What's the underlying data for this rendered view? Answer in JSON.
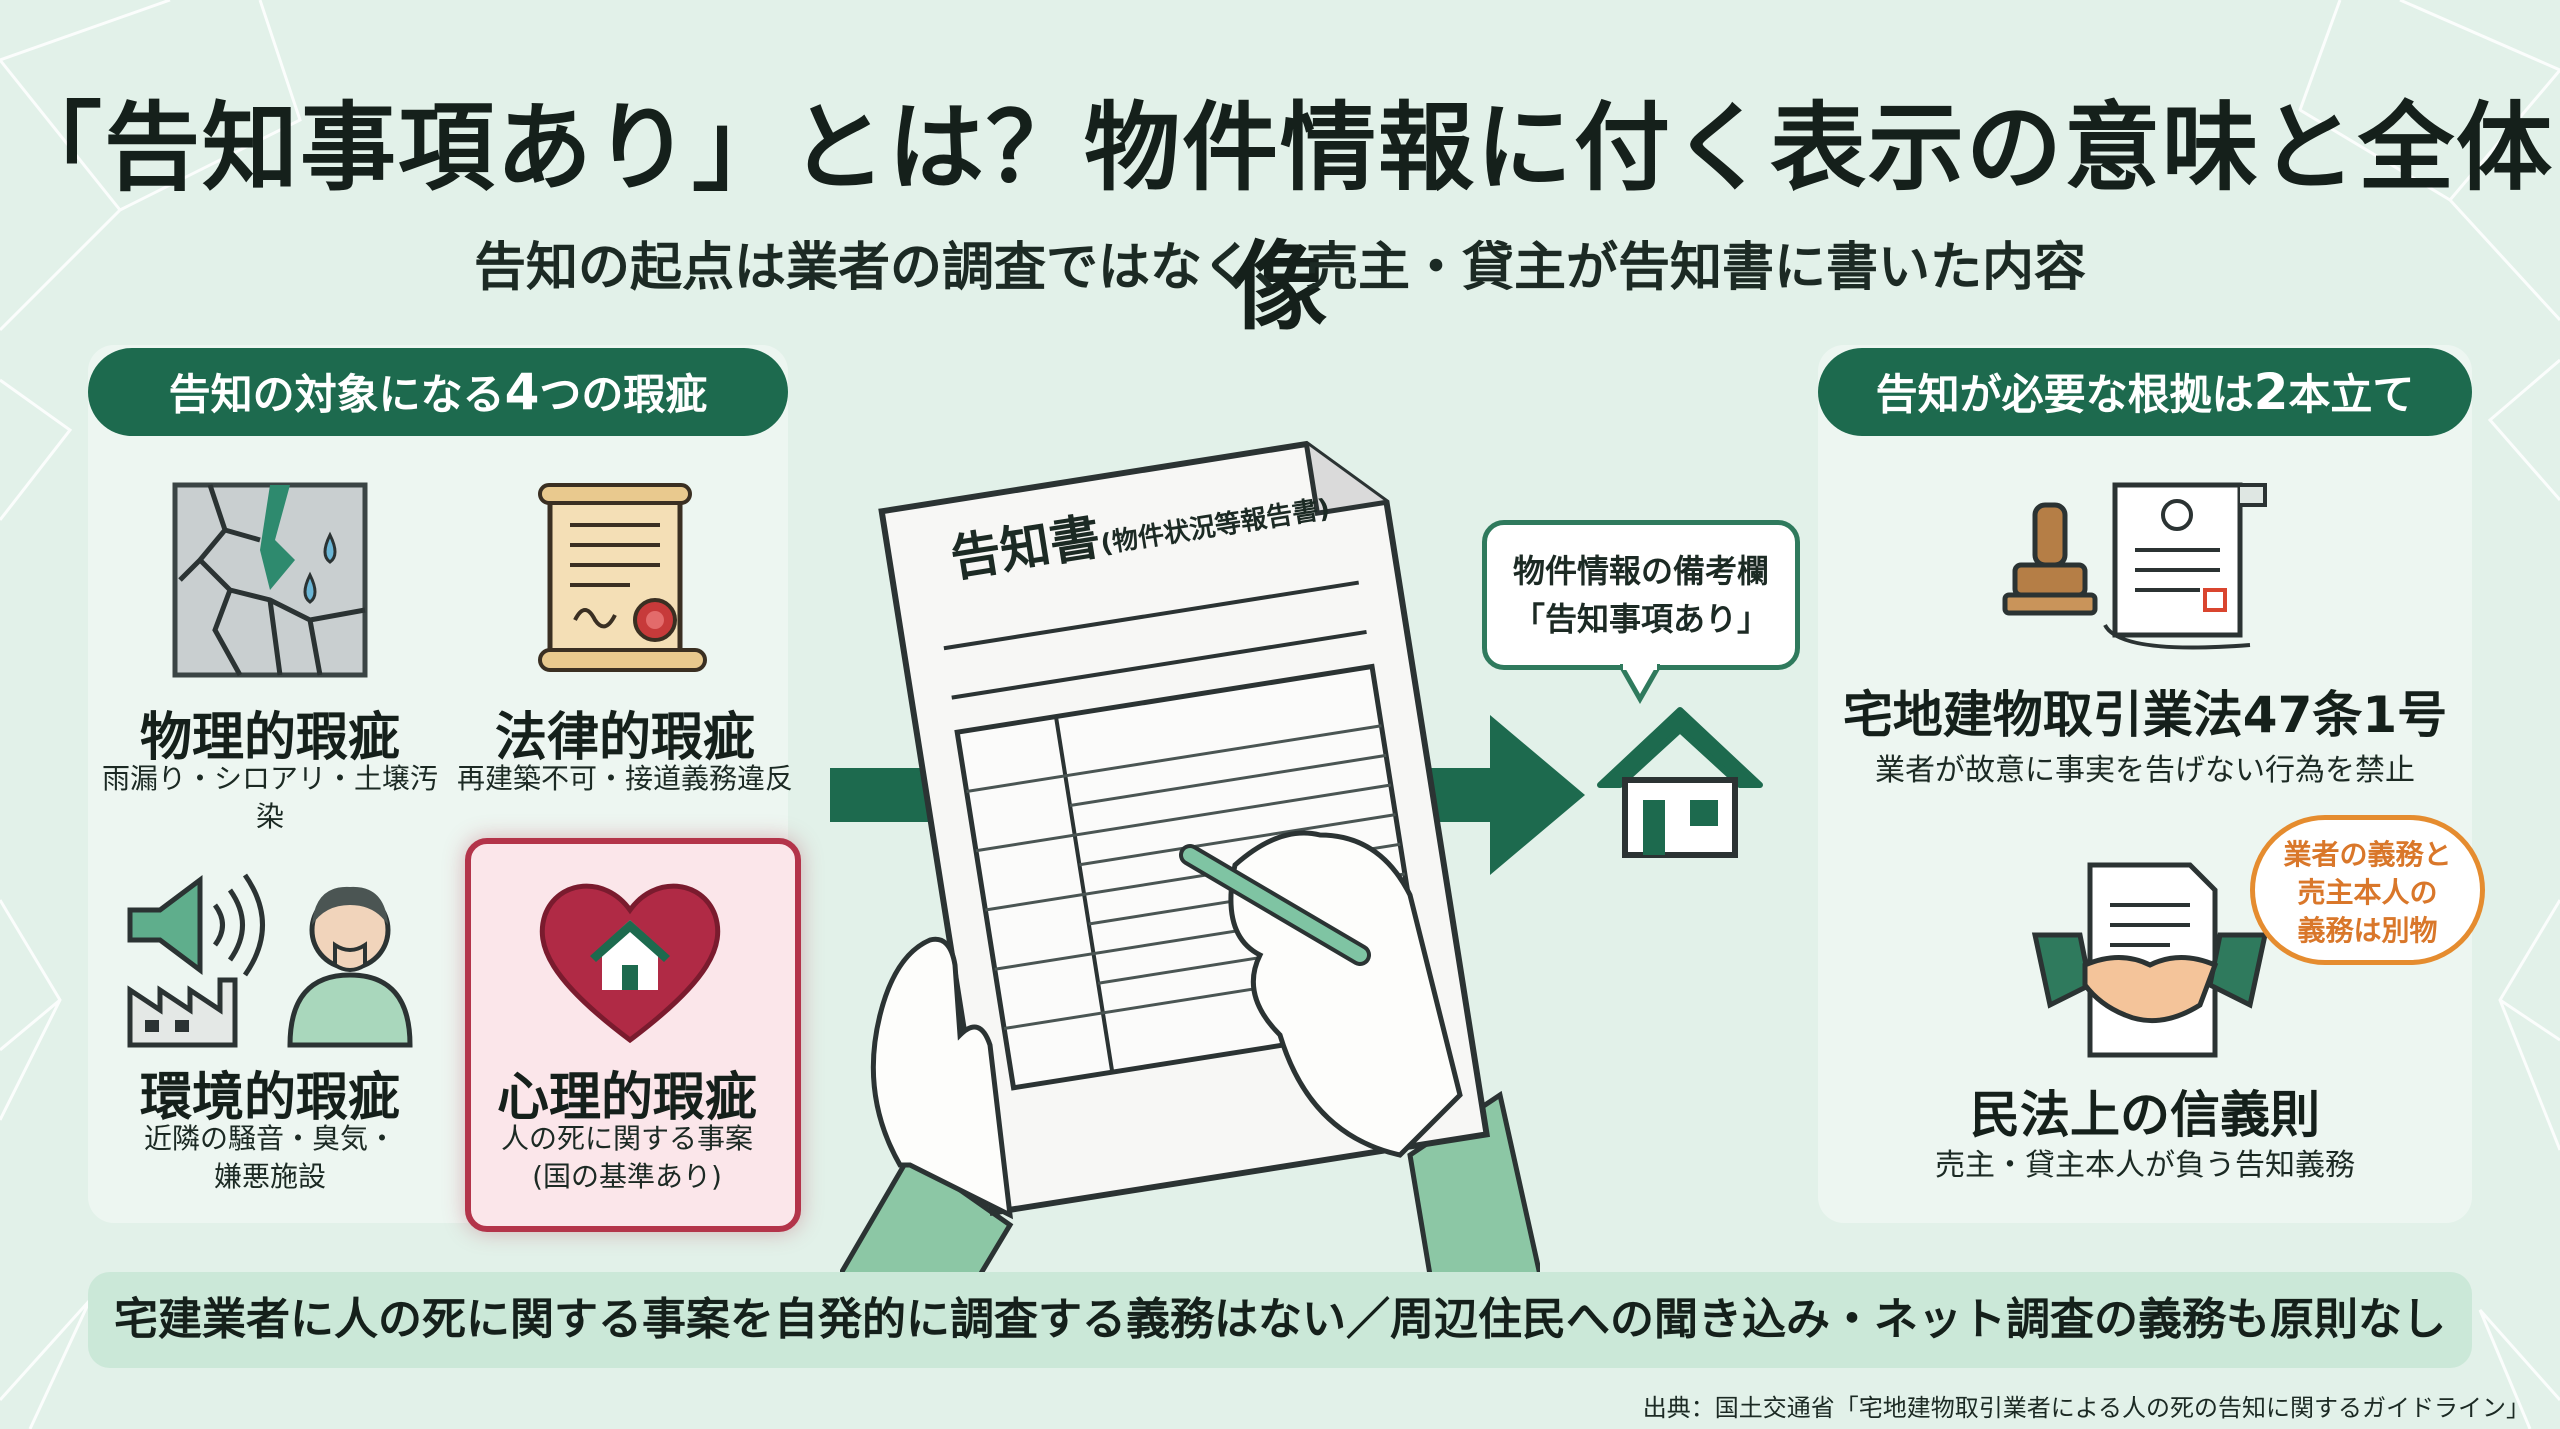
{
  "title": "「告知事項あり」とは？物件情報に付く表示の意味と全体像",
  "subtitle": "告知の起点は業者の調査ではなく、売主・貸主が告知書に書いた内容",
  "left_panel": {
    "header_pre": "告知の対象になる",
    "header_num": "4",
    "header_post": "つの瑕疵",
    "categories": [
      {
        "name": "物理的瑕疵",
        "desc": "雨漏り・シロアリ・土壌汚染"
      },
      {
        "name": "法律的瑕疵",
        "desc": "再建築不可・接道義務違反"
      },
      {
        "name": "環境的瑕疵",
        "desc_line1": "近隣の騒音・臭気・",
        "desc_line2": "嫌悪施設"
      },
      {
        "name": "心理的瑕疵",
        "desc_line1": "人の死に関する事案",
        "desc_line2": "(国の基準あり)"
      }
    ]
  },
  "document": {
    "title": "告知書",
    "subtitle": "(物件状況等報告書)"
  },
  "bubble": {
    "line1": "物件情報の備考欄",
    "line2": "「告知事項あり」"
  },
  "right_panel": {
    "header_pre": "告知が必要な根拠は",
    "header_num": "2",
    "header_post": "本立て",
    "laws": [
      {
        "title": "宅地建物取引業法47条1号",
        "desc": "業者が故意に事実を告げない行為を禁止"
      },
      {
        "title": "民法上の信義則",
        "desc": "売主・貸主本人が負う告知義務"
      }
    ],
    "note_line1": "業者の義務と",
    "note_line2": "売主本人の",
    "note_line3": "義務は別物"
  },
  "bottom_bar": "宅建業者に人の死に関する事案を自発的に調査する義務はない／周辺住民への聞き込み・ネット調査の義務も原則なし",
  "source": "出典：国土交通省「宅地建物取引業者による人の死の告知に関するガイドライン」",
  "colors": {
    "background": "#e2f1e9",
    "accent": "#1d6a4e",
    "highlight": "#b3344a",
    "note": "#e58c2f"
  }
}
